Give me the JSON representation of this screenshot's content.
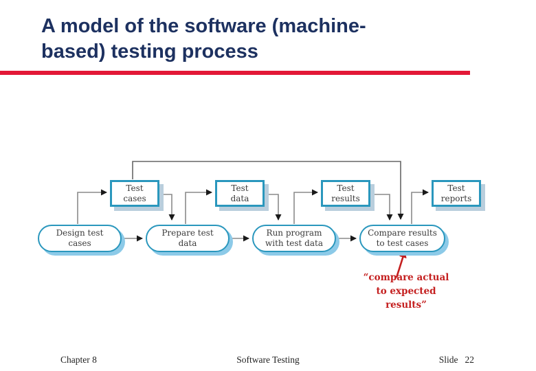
{
  "slide": {
    "title_line1": "A model of the software (machine-",
    "title_line2": "based) testing process",
    "footer": {
      "chapter": "Chapter 8",
      "center": "Software Testing",
      "slide_label": "Slide",
      "slide_number": "22"
    }
  },
  "diagram": {
    "artifacts": [
      {
        "label": "Test cases"
      },
      {
        "label": "Test data"
      },
      {
        "label": "Test results"
      },
      {
        "label": "Test reports"
      }
    ],
    "activities": [
      {
        "label": "Design test cases"
      },
      {
        "label": "Prepare test data"
      },
      {
        "label": "Run program with test data"
      },
      {
        "label": "Compare results to test cases"
      }
    ],
    "flow": [
      "Design test cases -> Test cases",
      "Design test cases -> Prepare test data",
      "Test cases -> Prepare test data",
      "Prepare test data -> Test data",
      "Prepare test data -> Run program with test data",
      "Test data -> Run program with test data",
      "Run program with test data -> Test results",
      "Run program with test data -> Compare results to test cases",
      "Test results -> Compare results to test cases",
      "Test cases -> Compare results to test cases",
      "Compare results to test cases -> Test reports"
    ],
    "annotation": {
      "text": "“compare actual to expected results”"
    }
  },
  "colors": {
    "title_navy": "#1d3160",
    "rule_red": "#e31837",
    "node_border_teal": "#2a97bd",
    "artifact_shadow": "#b9cedd",
    "activity_shadow": "#8ccae8",
    "connector_gray": "#8a8a8a",
    "feedback_gray": "#666666",
    "arrowhead_black": "#1a1a1a",
    "annotation_red": "#c41f1f"
  }
}
